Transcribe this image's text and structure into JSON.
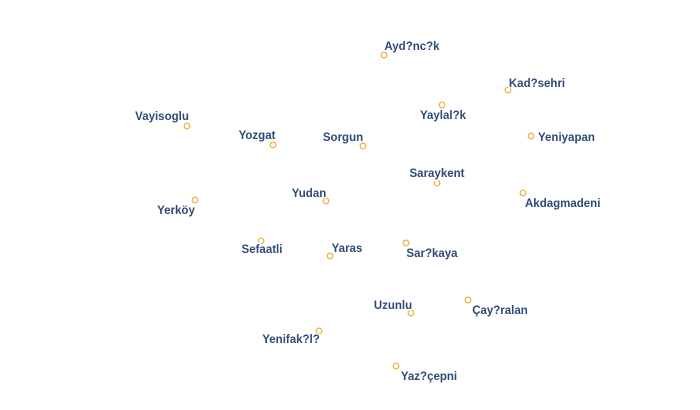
{
  "map": {
    "marker_color": "#f0b64c",
    "label_color": "#2e4a78",
    "background": "#ffffff",
    "places": [
      {
        "name": "Ayd?nc?k"
      },
      {
        "name": "Kad?sehri"
      },
      {
        "name": "Vayisoglu"
      },
      {
        "name": "Yaylal?k"
      },
      {
        "name": "Yozgat"
      },
      {
        "name": "Sorgun"
      },
      {
        "name": "Yeniyapan"
      },
      {
        "name": "Saraykent"
      },
      {
        "name": "Yudan"
      },
      {
        "name": "Akdagmadeni"
      },
      {
        "name": "Yerköy"
      },
      {
        "name": "Sefaatli"
      },
      {
        "name": "Yaras"
      },
      {
        "name": "Sar?kaya"
      },
      {
        "name": "Uzunlu"
      },
      {
        "name": "Çay?ralan"
      },
      {
        "name": "Yenifak?l?"
      },
      {
        "name": "Yaz?çepni"
      }
    ]
  }
}
